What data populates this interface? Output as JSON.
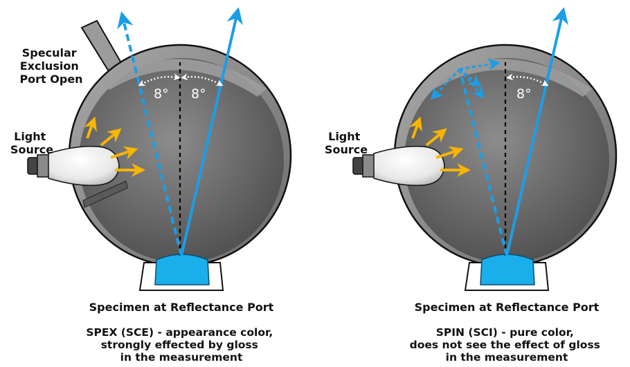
{
  "colors": {
    "sphere_outer": "#8a8a8a",
    "sphere_inner": "#6d6d6d",
    "specimen": "#1aaeea",
    "ray_blue": "#1a9ee8",
    "arrow_yellow": "#f7b500",
    "text": "#111111",
    "normal_line": "#000000"
  },
  "left_panel": {
    "port_label_lines": [
      "Specular",
      "Exclusion",
      "Port Open"
    ],
    "light_label_lines": [
      "Light",
      "Source"
    ],
    "angle_left": "8°",
    "angle_right": "8°",
    "specimen_label": "Specimen at Reflectance Port",
    "caption_lines": [
      "SPEX (SCE) - appearance color,",
      "strongly effected by gloss",
      "in the measurement"
    ]
  },
  "right_panel": {
    "light_label_lines": [
      "Light",
      "Source"
    ],
    "angle": "8°",
    "specimen_label": "Specimen at Reflectance Port",
    "caption_lines": [
      "SPIN (SCI) - pure color,",
      "does not see the effect of gloss",
      "in the measurement"
    ]
  }
}
